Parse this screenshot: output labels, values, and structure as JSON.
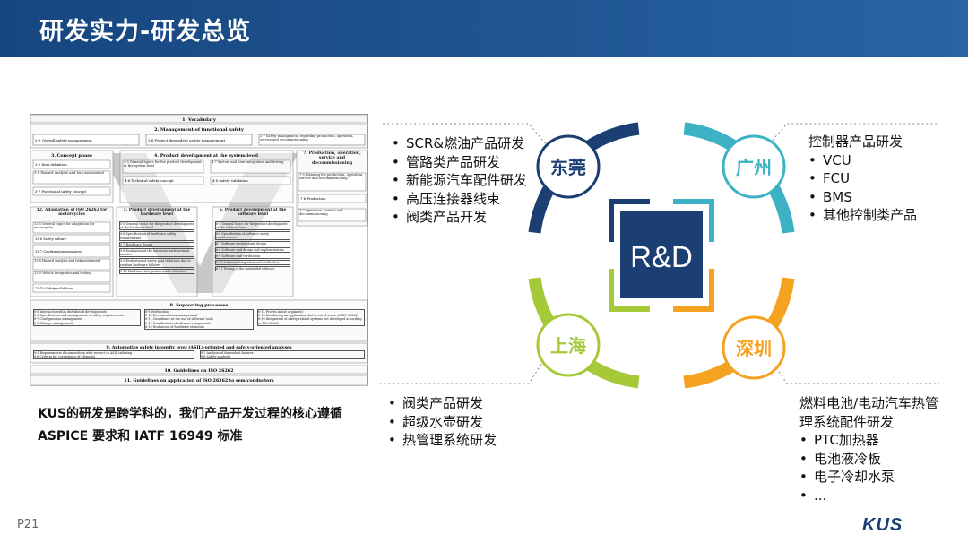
{
  "slide": {
    "title": "研发实力-研发总览",
    "caption_line1": "KUS的研发是跨学科的，我们产品开发过程的核心遵循",
    "caption_line2": "ASPICE 要求和 IATF 16949 标准",
    "page_number": "P21",
    "logo_text": "KUS"
  },
  "iso_diagram": {
    "vocabulary": "1. Vocabulary",
    "mgmt": "2. Management of functional safety",
    "mgmt_items": [
      "2-5 Overall safety management",
      "2-6 Project dependent safety management",
      "2-7 Safety management regarding production, operation, service and decommissioning"
    ],
    "concept": "3. Concept phase",
    "concept_items": [
      "3-5 Item definition",
      "3-6 Hazard analysis and risk assessment",
      "3-7 Functional safety concept"
    ],
    "system": "4. Product development at the system level",
    "system_items": [
      "4-5 General topics for the product development at the system level",
      "4-6 Technical safety concept",
      "4-7 System and item integration and testing",
      "4-8 Safety validation"
    ],
    "production": "7. Production, operation, service and decommissioning",
    "production_items": [
      "7-5 Planning for production, operation, service and decommissioning",
      "7-6 Production",
      "7-7 Operation, service and decommissioning"
    ],
    "motorcycles": "12. Adaptation of ISO 26262 for motorcycles",
    "motorcycles_items": [
      "12-5 General topics for adaptation for motorcycles",
      "12-6 Safety culture",
      "12-7 Confirmation measures",
      "12-8 Hazard analysis and risk assessment",
      "12-9 Vehicle integration and testing",
      "12-10 Safety validation"
    ],
    "hardware": "5. Product development at the hardware level",
    "hardware_items": [
      "5-5 General topics for the product development at the hardware level",
      "5-6 Specification of hardware safety requirements",
      "5-7 Hardware design",
      "5-8 Evaluation of the hardware architectural metrics",
      "5-9 Evaluation of safety goal violations due to random hardware failures",
      "5-10 Hardware integration and verification"
    ],
    "software": "6. Product development at the software level",
    "software_items": [
      "6-5 General topics for the product development at the software level",
      "6-6 Specification of software safety requirements",
      "6-7 Software architectural design",
      "6-8 Software unit design and implementation",
      "6-9 Software unit verification",
      "6-10 Software integration and verification",
      "6-11 Testing of the embedded software"
    ],
    "supporting": "8. Supporting processes",
    "supporting_col1": [
      "8-5 Interfaces within distributed developments",
      "8-6 Specification and management of safety requirements",
      "8-7 Configuration management",
      "8-8 Change management"
    ],
    "supporting_col2": [
      "8-9 Verification",
      "8-10 Documentation management",
      "8-11 Confidence in the use of software tools",
      "8-12 Qualification of software components",
      "8-13 Evaluation of hardware elements"
    ],
    "supporting_col3": [
      "8-14 Proven in use argument",
      "8-15 Interfacing an application that is out of scope of ISO 26262",
      "8-16 Integration of safety-related systems not developed according to ISO 26262"
    ],
    "asil": "9. Automotive safety integrity level (ASIL)-oriented and safety-oriented analyses",
    "asil_items": [
      "9-5 Requirements decomposition with respect to ASIL tailoring",
      "9-6 Criteria for coexistence of elements",
      "9-7 Analysis of dependent failures",
      "9-8 Safety analyses"
    ],
    "guidelines": "10. Guidelines on ISO 26262",
    "semiconductors": "11. Guidelines on application of ISO 26262 to semiconductors"
  },
  "center": {
    "label": "R&D"
  },
  "cities": {
    "dongguan": "东莞",
    "guangzhou": "广州",
    "shanghai": "上海",
    "shenzhen": "深圳"
  },
  "dongguan_items": [
    "SCR&燃油产品研发",
    "管路类产品研发",
    "新能源汽车配件研发",
    "高压连接器线束",
    "阀类产品开发"
  ],
  "guangzhou_header": "控制器产品研发",
  "guangzhou_items": [
    "VCU",
    "FCU",
    "BMS",
    "其他控制类产品"
  ],
  "shanghai_items": [
    "阀类产品研发",
    "超级水壶研发",
    "热管理系统研发"
  ],
  "shenzhen_header_line1": "燃料电池/电动汽车热管",
  "shenzhen_header_line2": "理系统配件研发",
  "shenzhen_items": [
    "PTC加热器",
    "电池液冷板",
    "电子冷却水泵",
    "..."
  ],
  "colors": {
    "title_bar": "#1f5593",
    "navy": "#1c3f73",
    "teal": "#3cb2c4",
    "lime": "#a6c93a",
    "orange": "#f4a21f"
  }
}
